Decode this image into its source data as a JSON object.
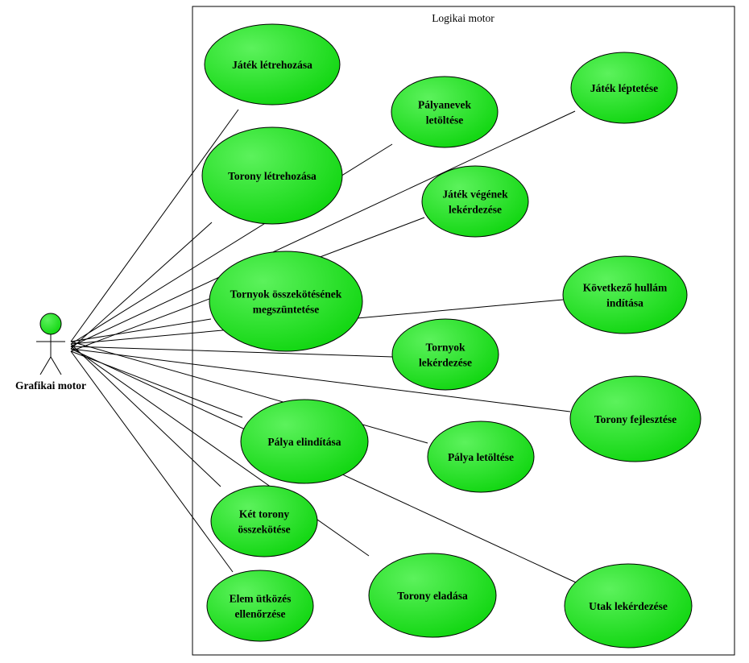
{
  "system": {
    "label": "Logikai motor"
  },
  "actor": {
    "label": "Grafikai motor"
  },
  "use_cases": [
    {
      "id": "jatek-letrehozasa",
      "lines": [
        "Játék létrehozása"
      ]
    },
    {
      "id": "palyanevek-letoltese",
      "lines": [
        "Pályanevek",
        "letöltése"
      ]
    },
    {
      "id": "jatek-leptetese",
      "lines": [
        "Játék léptetése"
      ]
    },
    {
      "id": "torony-letrehozasa",
      "lines": [
        "Torony létrehozása"
      ]
    },
    {
      "id": "jatek-vegenek-lekerdezese",
      "lines": [
        "Játék végének",
        "lekérdezése"
      ]
    },
    {
      "id": "tornyok-osszekotesenek-megszuntetese",
      "lines": [
        "Tornyok összekötésének",
        "megszüntetése"
      ]
    },
    {
      "id": "kovetkezo-hullam-inditasa",
      "lines": [
        "Következő hullám",
        "indítása"
      ]
    },
    {
      "id": "tornyok-lekerdezese",
      "lines": [
        "Tornyok",
        "lekérdezése"
      ]
    },
    {
      "id": "torony-fejlesztese",
      "lines": [
        "Torony fejlesztése"
      ]
    },
    {
      "id": "palya-elinditasa",
      "lines": [
        "Pálya elindítása"
      ]
    },
    {
      "id": "palya-letoltese",
      "lines": [
        "Pálya letöltése"
      ]
    },
    {
      "id": "ket-torony-osszekotese",
      "lines": [
        "Két torony",
        "összekötése"
      ]
    },
    {
      "id": "torony-eladasa",
      "lines": [
        "Torony eladása"
      ]
    },
    {
      "id": "utak-lekerdezese",
      "lines": [
        "Utak lekérdezése"
      ]
    },
    {
      "id": "elem-utkozes-ellenorzese",
      "lines": [
        "Elem ütközés",
        "ellenőrzése"
      ]
    }
  ],
  "colors": {
    "use_case_fill": "#22dd22",
    "use_case_highlight": "#44ee44",
    "stroke": "#000000"
  }
}
